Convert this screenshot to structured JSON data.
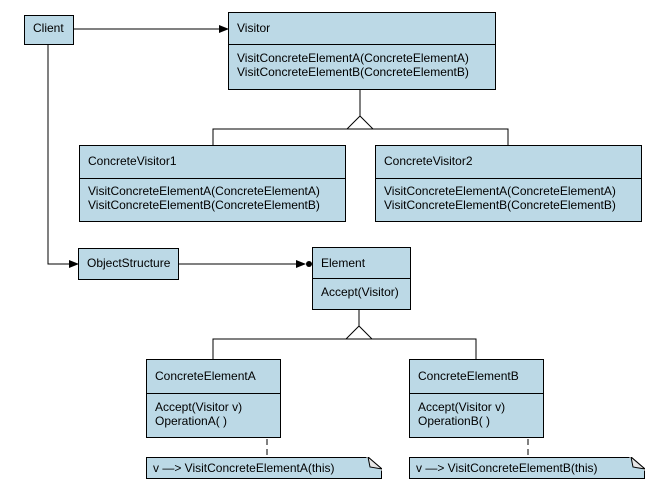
{
  "client": {
    "name": "Client"
  },
  "visitor": {
    "name": "Visitor",
    "ops": [
      "VisitConcreteElementA(ConcreteElementA)",
      "VisitConcreteElementB(ConcreteElementB)"
    ]
  },
  "concrete_visitor1": {
    "name": "ConcreteVisitor1",
    "ops": [
      "VisitConcreteElementA(ConcreteElementA)",
      "VisitConcreteElementB(ConcreteElementB)"
    ]
  },
  "concrete_visitor2": {
    "name": "ConcreteVisitor2",
    "ops": [
      "VisitConcreteElementA(ConcreteElementA)",
      "VisitConcreteElementB(ConcreteElementB)"
    ]
  },
  "object_structure": {
    "name": "ObjectStructure"
  },
  "element": {
    "name": "Element",
    "ops": [
      "Accept(Visitor)"
    ]
  },
  "concrete_element_a": {
    "name": "ConcreteElementA",
    "ops": [
      "Accept(Visitor v)",
      "OperationA( )"
    ]
  },
  "concrete_element_b": {
    "name": "ConcreteElementB",
    "ops": [
      "Accept(Visitor v)",
      "OperationB( )"
    ]
  },
  "note_a": {
    "text": "v —> VisitConcreteElementA(this)"
  },
  "note_b": {
    "text": "v —> VisitConcreteElementB(this)"
  },
  "colors": {
    "box_fill": "#bcd9e6",
    "line": "#000000"
  }
}
